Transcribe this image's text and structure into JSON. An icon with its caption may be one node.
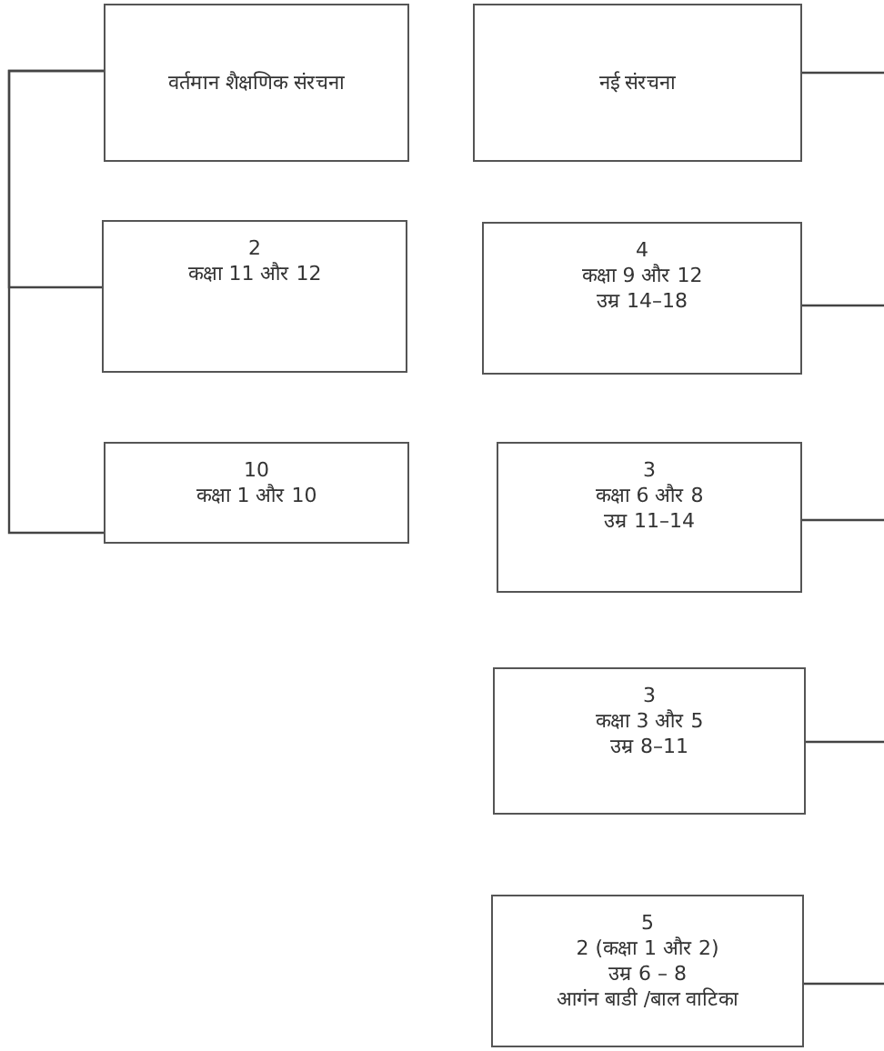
{
  "diagram": {
    "nodes": [
      {
        "text": [
          "वर्तमान शैक्षणिक संरचना"
        ]
      },
      {
        "text": [
          "2",
          "कक्षा 11 और 12"
        ]
      },
      {
        "text": [
          "10",
          "कक्षा 1 और 10"
        ]
      },
      {
        "text": [
          "नई संरचना"
        ]
      },
      {
        "text": [
          "4",
          "कक्षा 9 और 12",
          "उम्र 14–18"
        ]
      },
      {
        "text": [
          "3",
          "कक्षा 6 और 8",
          "उम्र 11–14"
        ]
      },
      {
        "text": [
          "3",
          "कक्षा 3 और 5",
          "उम्र 8–11"
        ]
      },
      {
        "text": [
          "5",
          "2 (कक्षा 1 और 2)",
          "उम्र 6 – 8",
          "आगंन बाडी /बाल वाटिका"
        ]
      }
    ],
    "edges": [
      {
        "from": 0,
        "to": 1,
        "arrow": "none"
      },
      {
        "from": 0,
        "to": 2,
        "arrow": "none"
      },
      {
        "from": 3,
        "to": null,
        "arrow": "none"
      },
      {
        "from": 4,
        "to": null,
        "arrow": "none"
      },
      {
        "from": 5,
        "to": null,
        "arrow": "none"
      },
      {
        "from": 6,
        "to": null,
        "arrow": "none"
      },
      {
        "from": 7,
        "to": null,
        "arrow": "none"
      }
    ]
  }
}
